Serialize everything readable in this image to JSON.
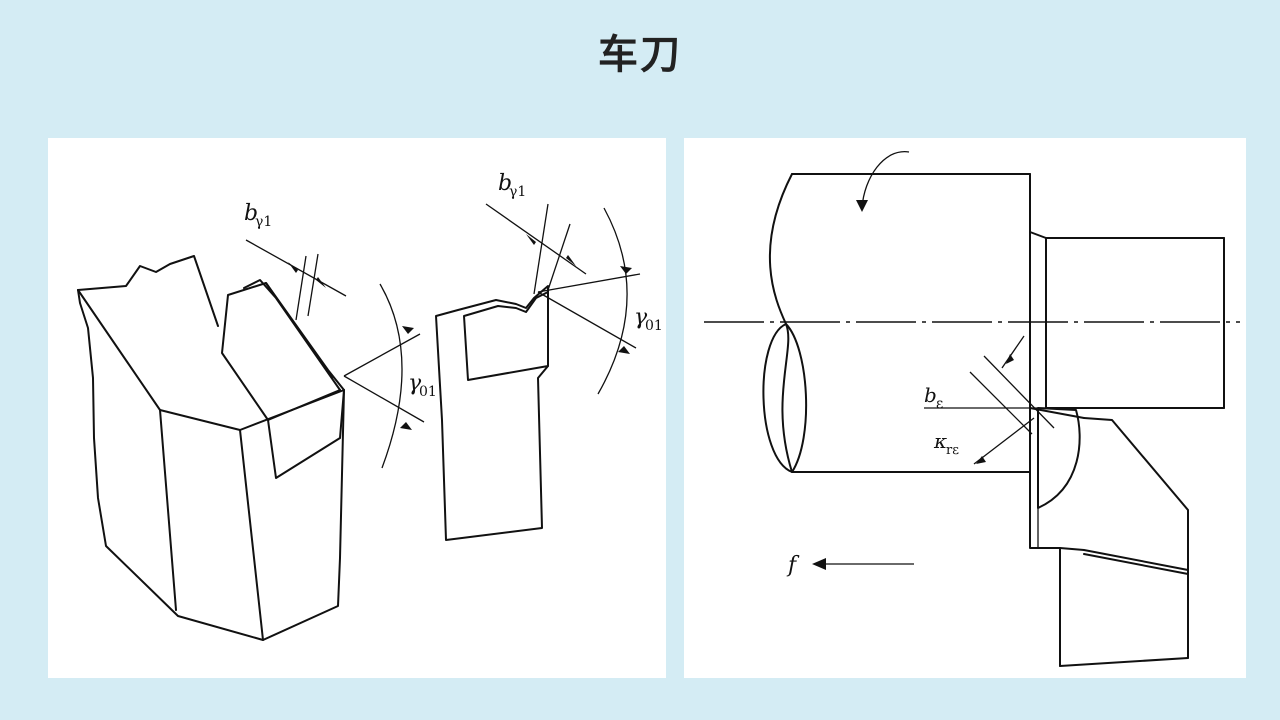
{
  "title": "车刀",
  "left_figure": {
    "label_b_main": "b",
    "label_b_sub": "γ1",
    "label_g_main": "γ",
    "label_g_sub": "01"
  },
  "right_figure": {
    "label_b_main": "b",
    "label_b_sub": "ε",
    "label_k_main": "κ",
    "label_k_sub": "rε",
    "label_f": "f"
  }
}
